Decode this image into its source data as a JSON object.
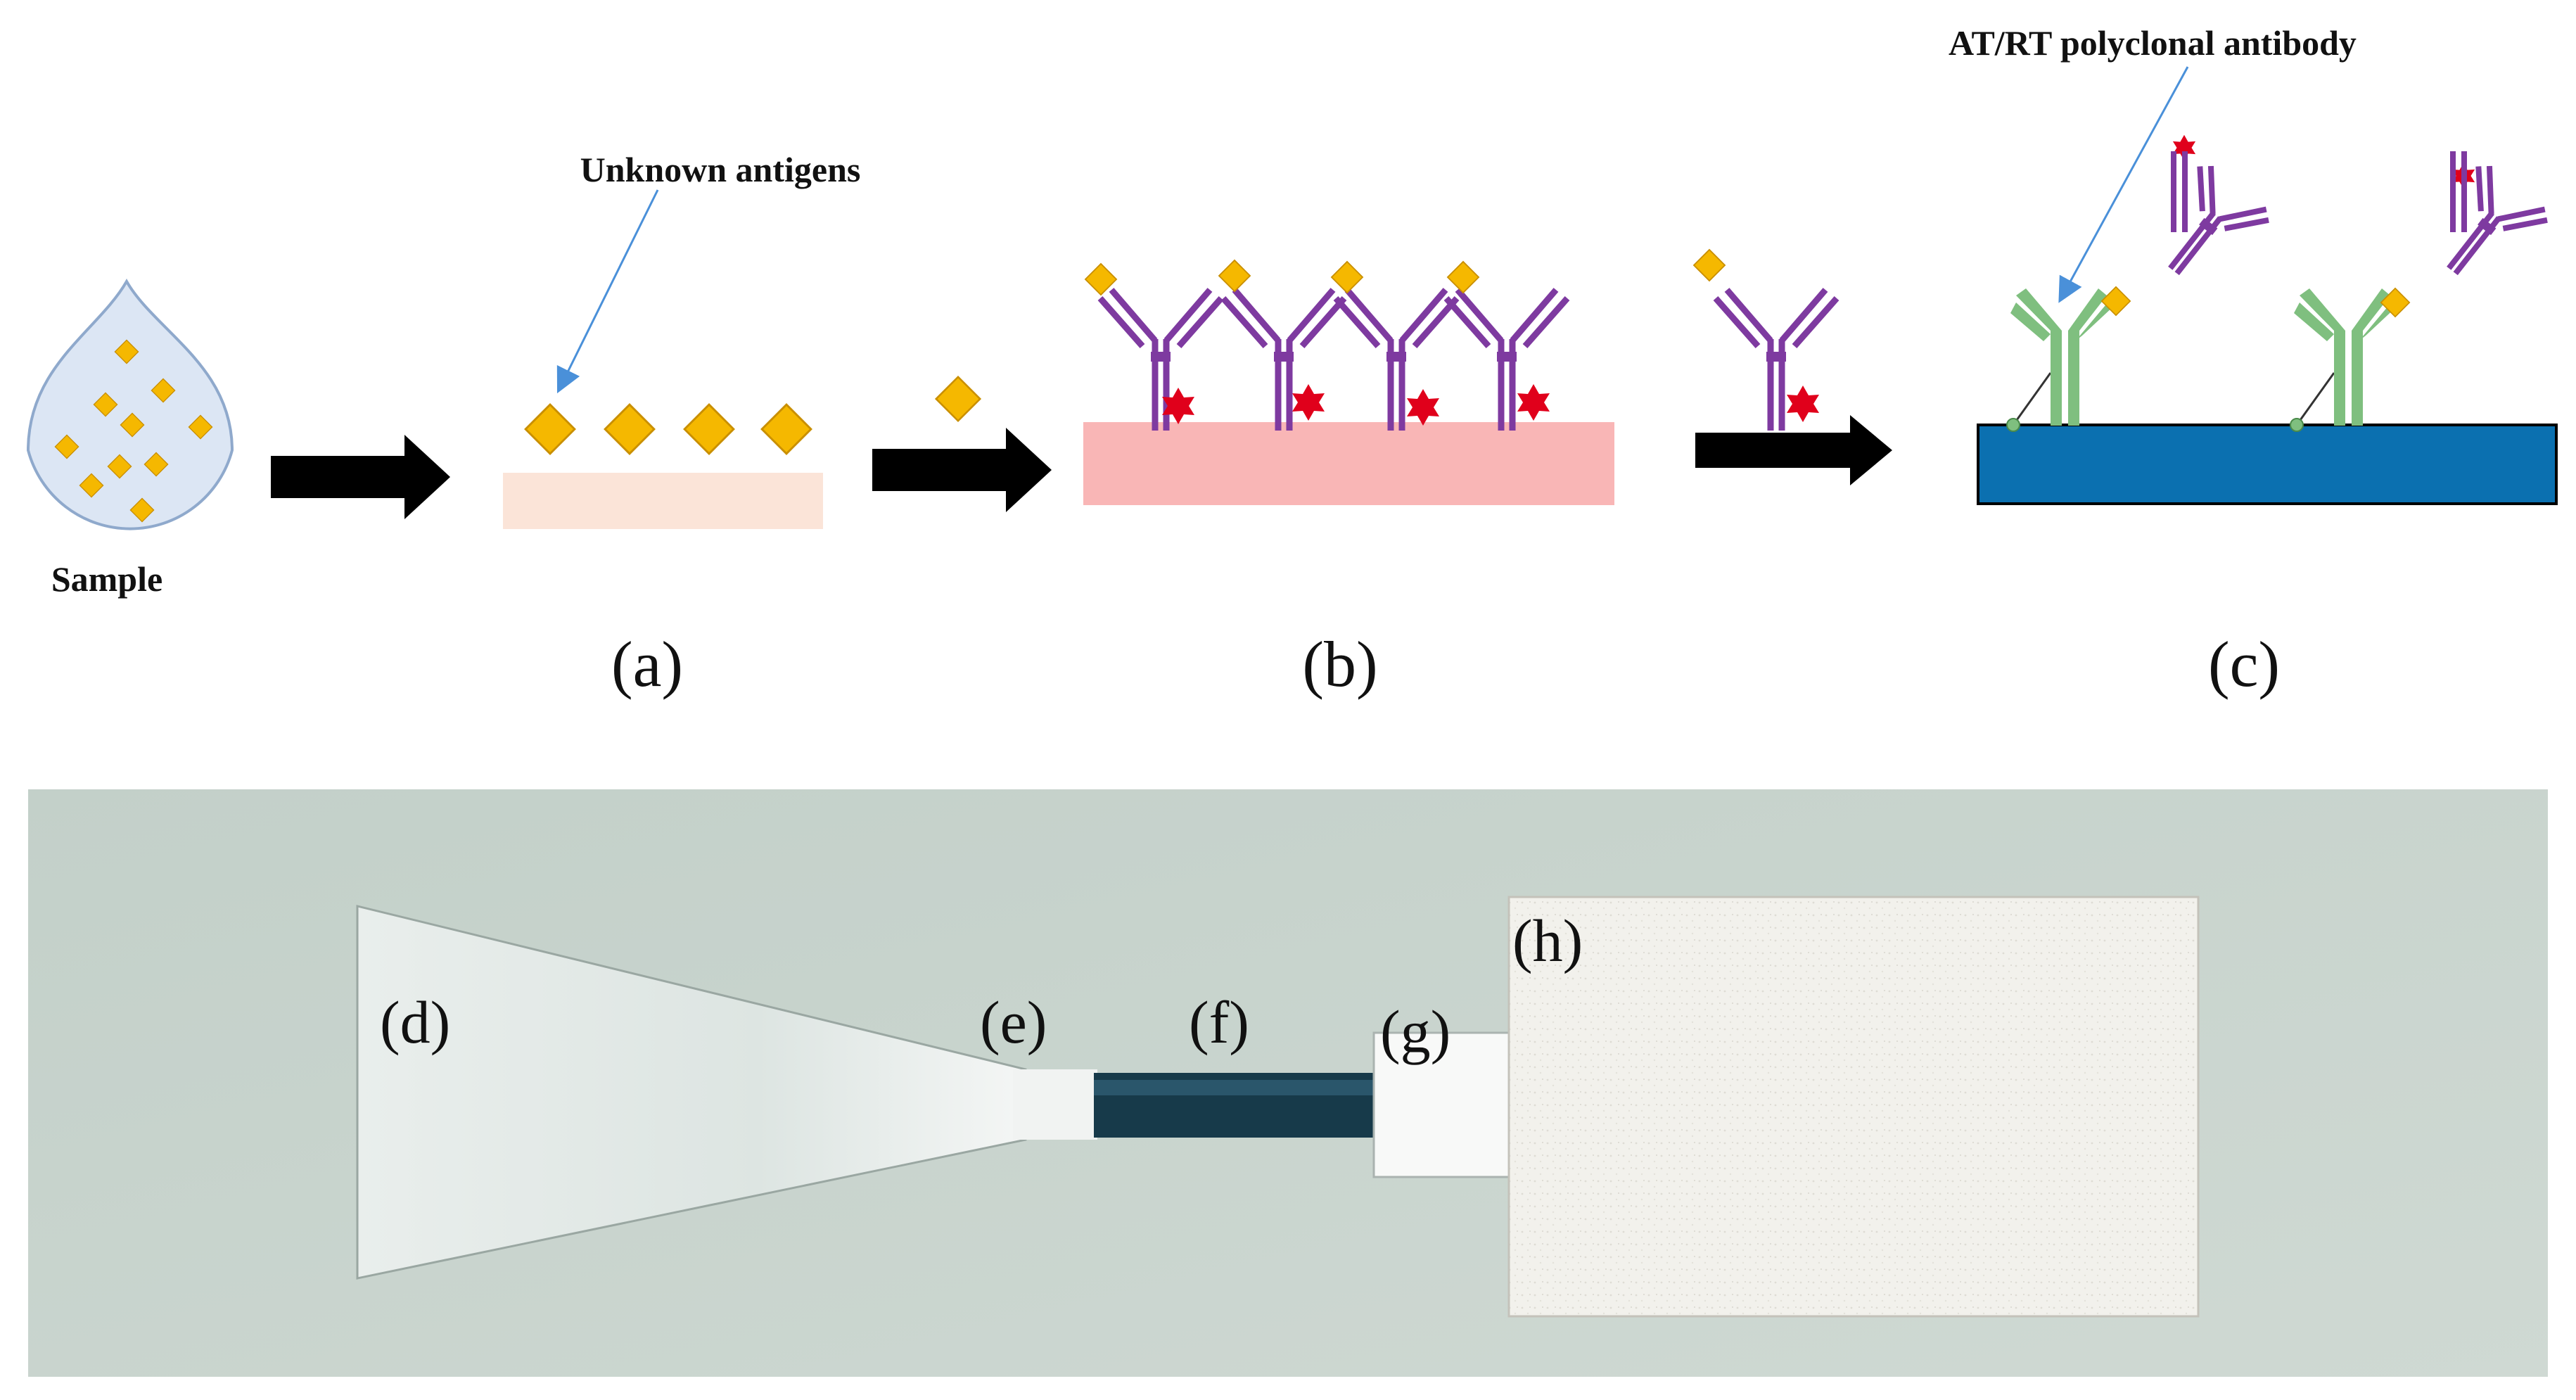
{
  "figure": {
    "labels": {
      "sample": "Sample",
      "unknown_antigens": "Unknown antigens",
      "polyclonal_antibody": "AT/RT polyclonal antibody"
    },
    "panels": [
      "(a)",
      "(b)",
      "(c)"
    ],
    "photo_parts": [
      "(d)",
      "(e)",
      "(f)",
      "(g)",
      "(h)"
    ]
  },
  "colors": {
    "antigen": "#f5b800",
    "antigen_outline": "#c98f00",
    "detection_antibody": "#7e3aa0",
    "capture_antibody": "#7fbf7f",
    "label_star": "#e0001b",
    "conjugate_pad": "#fbe4d8",
    "detection_pad": "#f9b6b6",
    "test_membrane": "#0b70b0",
    "droplet": "#dce6f4",
    "pointer_line": "#4a90d9",
    "photo_background": "#c9d5cf"
  }
}
